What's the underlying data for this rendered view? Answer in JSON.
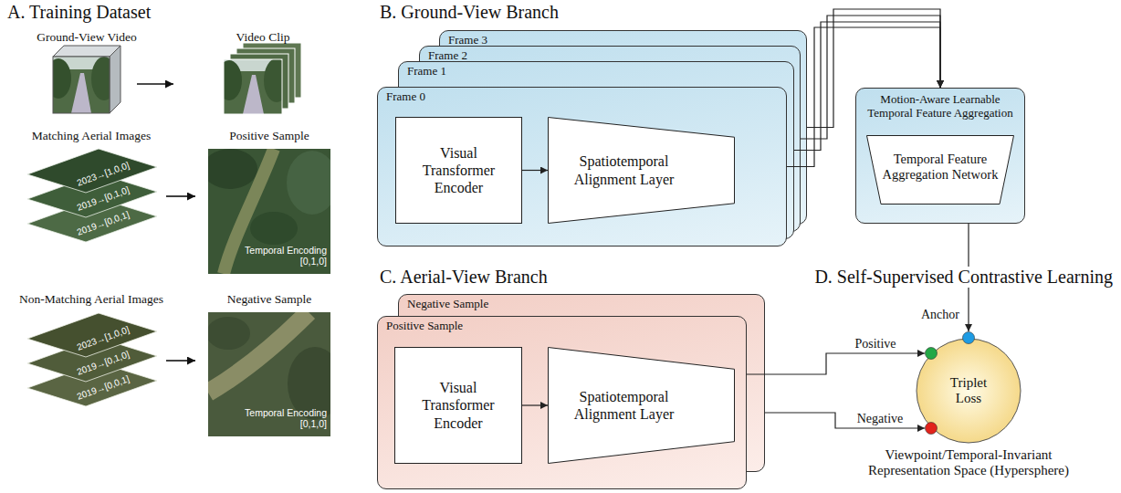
{
  "diagram": {
    "nodes": [
      {
        "text": [
          "Frame 3"
        ]
      },
      {
        "text": [
          "Frame 2"
        ]
      },
      {
        "text": [
          "Frame 1"
        ]
      },
      {
        "text": [
          "Frame 0"
        ]
      },
      {
        "text": [
          "Visual Transformer Encoder"
        ],
        "in": 3
      },
      {
        "text": [
          "Spatiotemporal Alignment Layer"
        ],
        "in": 3
      },
      {
        "text": [
          "Motion-Aware Learnable Temporal Feature Aggregation"
        ]
      },
      {
        "text": [
          "Temporal Feature Aggregation Network"
        ],
        "in": 6
      },
      {
        "text": [
          "Negative Sample"
        ]
      },
      {
        "text": [
          "Positive Sample"
        ]
      },
      {
        "text": [
          "Visual Transformer Encoder"
        ],
        "in": 9
      },
      {
        "text": [
          "Spatiotemporal Alignment Layer"
        ],
        "in": 9
      },
      {
        "text": [
          "Triplet Loss"
        ]
      }
    ],
    "edges": [
      {
        "from": 4,
        "to": 5,
        "arrow": "to"
      },
      {
        "from": 3,
        "to": 6,
        "arrow": "to"
      },
      {
        "from": 2,
        "to": 6,
        "arrow": "to"
      },
      {
        "from": 1,
        "to": 6,
        "arrow": "to"
      },
      {
        "from": 0,
        "to": 6,
        "arrow": "to"
      },
      {
        "from": 6,
        "to": 12,
        "label": "Anchor",
        "arrow": "to"
      },
      {
        "from": 10,
        "to": 11,
        "arrow": "to"
      },
      {
        "from": 9,
        "to": 12,
        "label": "Positive",
        "arrow": "to"
      },
      {
        "from": 8,
        "to": 12,
        "label": "Negative",
        "arrow": "to"
      }
    ],
    "labels": [
      "A. Training Dataset",
      "Ground-View Video",
      "Video Clip",
      "Matching Aerial Images",
      "2023→[1,0,0]",
      "2019→[0,1,0]",
      "2019→[0,0,1]",
      "Positive Sample",
      "Temporal Encoding [0,1,0]",
      "Non-Matching Aerial Images",
      "2023→[1,0,0]",
      "2019→[0,1,0]",
      "2019→[0,0,1]",
      "Negative Sample",
      "Temporal Encoding [0,1,0]",
      "B. Ground-View Branch",
      "C. Aerial-View Branch",
      "D. Self-Supervised Contrastive Learning",
      "Viewpoint/Temporal-Invariant Representation Space (Hypersphere)"
    ]
  }
}
